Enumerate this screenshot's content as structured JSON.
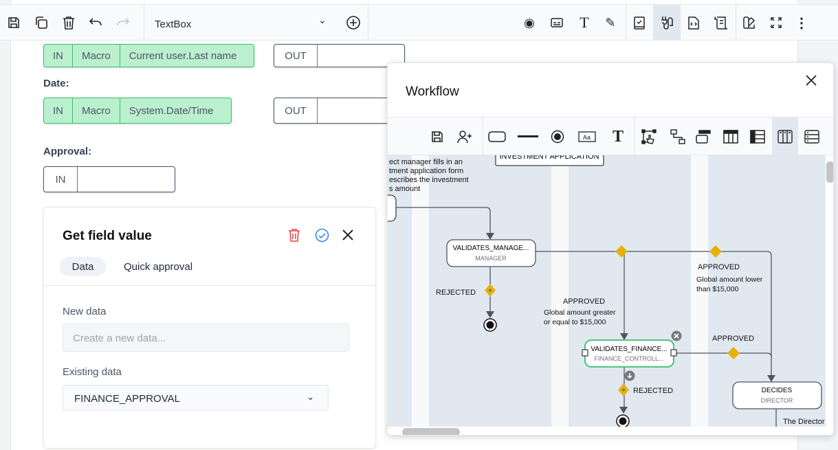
{
  "toolbar": {
    "left_icons": [
      "save-icon",
      "copy-icon",
      "trash-icon",
      "undo-icon",
      "redo-icon"
    ],
    "component_select": "TextBox",
    "right_icons": [
      "preview-icon",
      "form-icon",
      "text-icon",
      "design-icon",
      "checklist-icon",
      "connector-icon",
      "code-icon",
      "script-icon",
      "theme-icon",
      "fullscreen-icon",
      "more-icon"
    ],
    "active_icon": "connector-icon"
  },
  "form": {
    "row1": {
      "direction": "IN",
      "type": "Macro",
      "value": "Current user.Last name",
      "out": "OUT"
    },
    "date": {
      "label": "Date:",
      "direction": "IN",
      "type": "Macro",
      "value": "System.Date/Time",
      "out": "OUT"
    },
    "approval": {
      "label": "Approval:",
      "direction": "IN"
    }
  },
  "card": {
    "title": "Get field value",
    "tabs": [
      {
        "label": "Data",
        "active": true
      },
      {
        "label": "Quick approval",
        "active": false
      }
    ],
    "new_data_label": "New data",
    "new_data_placeholder": "Create a new data...",
    "existing_data_label": "Existing data",
    "existing_data_value": "FINANCE_APPROVAL"
  },
  "workflow": {
    "title": "Workflow",
    "toolbar_icons": [
      "save-icon",
      "add-user-icon",
      "rectangle-icon",
      "line-icon",
      "end-node-icon",
      "label-icon",
      "text-icon",
      "edit-shape-icon",
      "connector-icon",
      "header-icon",
      "columns-icon",
      "rows-icon",
      "lanes-icon",
      "list-icon"
    ],
    "active_tool": "lanes-icon",
    "diagram": {
      "intro_lines": [
        "ect manager fills in an",
        "tment application form",
        "escribes the investment",
        "s amount"
      ],
      "investment_box": "INVESTMENT APPLICATION",
      "manager_task": {
        "name": "VALIDATES_MANAGE...",
        "role": "MANAGER"
      },
      "rejected_1": "REJECTED",
      "approved_high": "APPROVED",
      "approved_high_cond": [
        "Global amount greater",
        "or equal to $15,000"
      ],
      "approved_low": "APPROVED",
      "approved_low_cond": [
        "Global amount lower",
        "than $15,000"
      ],
      "finance_task": {
        "name": "VALIDATES_FINANCE...",
        "role": "FINANCE_CONTROLL..."
      },
      "approved_finance": "APPROVED",
      "rejected_2": "REJECTED",
      "director_task": {
        "name": "DECIDES",
        "role": "DIRECTOR"
      },
      "director_note": "The Director"
    },
    "colors": {
      "lane": "#e2e8f0",
      "gateway": "#e8b00a",
      "selected": "#34c06a",
      "edge": "#4b5563"
    }
  }
}
